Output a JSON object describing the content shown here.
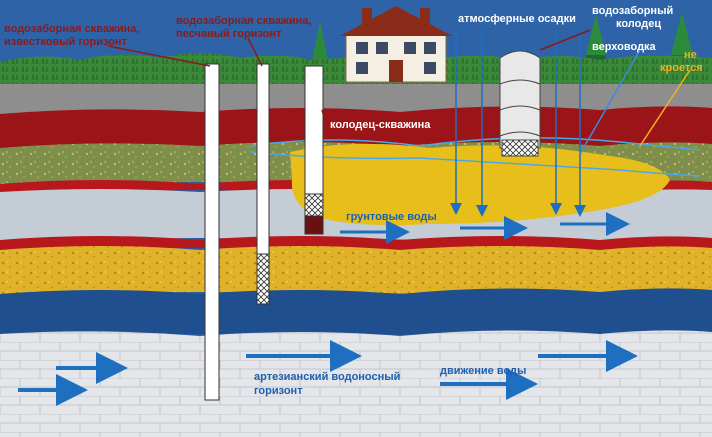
{
  "labels": {
    "well_limestone_1": "водозаборная скважина,",
    "well_limestone_2": "известковый горизонт",
    "well_sand_1": "водозаборная скважина,",
    "well_sand_2": "песчаный горизонт",
    "precipitation": "атмосферные осадки",
    "intake_well_1": "водозаборный",
    "intake_well_2": "колодец",
    "perched_water": "верховодка",
    "orange_1": "не",
    "orange_2": "кроется",
    "shaft_well": "колодец-скважина",
    "groundwater": "грунтовые воды",
    "artesian_1": "артезианский водоносный",
    "artesian_2": "горизонт",
    "water_flow": "движение воды"
  },
  "colors": {
    "sky": "#2f63a8",
    "grass": "#3a8a3a",
    "topsoil": "#8e8e8e",
    "clay": "#9b1418",
    "loam": "#7d8f4a",
    "sand": "#e0b22a",
    "light_layer": "#c4ccd6",
    "aquifer_blue": "#1f4f8e",
    "limestone": "#e4e6ea",
    "water_arrow": "#1f6fc0",
    "perched": "#e8be1a"
  },
  "icons": [
    "house-icon",
    "tree-icon",
    "water-arrow-icon"
  ]
}
